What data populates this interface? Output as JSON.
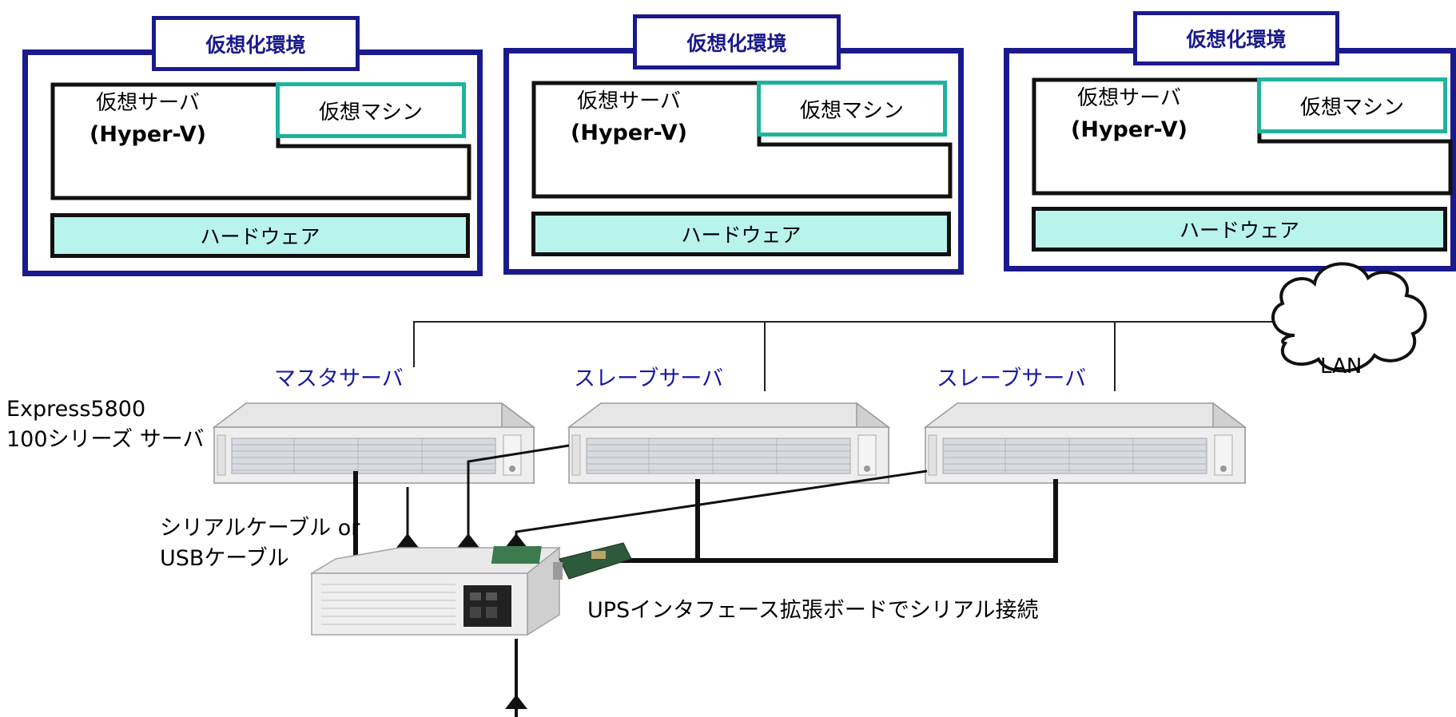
{
  "environments": [
    {
      "title": "仮想化環境",
      "vserver_line1": "仮想サーバ",
      "vserver_line2": "(Hyper-V)",
      "vm_label": "仮想マシン",
      "hw_label": "ハードウェア"
    },
    {
      "title": "仮想化環境",
      "vserver_line1": "仮想サーバ",
      "vserver_line2": "(Hyper-V)",
      "vm_label": "仮想マシン",
      "hw_label": "ハードウェア"
    },
    {
      "title": "仮想化環境",
      "vserver_line1": "仮想サーバ",
      "vserver_line2": "(Hyper-V)",
      "vm_label": "仮想マシン",
      "hw_label": "ハードウェア"
    }
  ],
  "servers": {
    "master_label": "マスタサーバ",
    "slave1_label": "スレーブサーバ",
    "slave2_label": "スレーブサーバ"
  },
  "server_model": {
    "line1": "Express5800",
    "line2": "100シリーズ サーバ"
  },
  "cable_label": {
    "line1": "シリアルケーブル or",
    "line2": "USBケーブル"
  },
  "lan_label": "LAN",
  "ups_board_label": "UPSインタフェース拡張ボードでシリアル接続",
  "colors": {
    "env_border": "#1a1a8c",
    "vm_border": "#1fb39d",
    "hw_fill": "#b8f4ec",
    "role_text": "#1a1aa0"
  }
}
